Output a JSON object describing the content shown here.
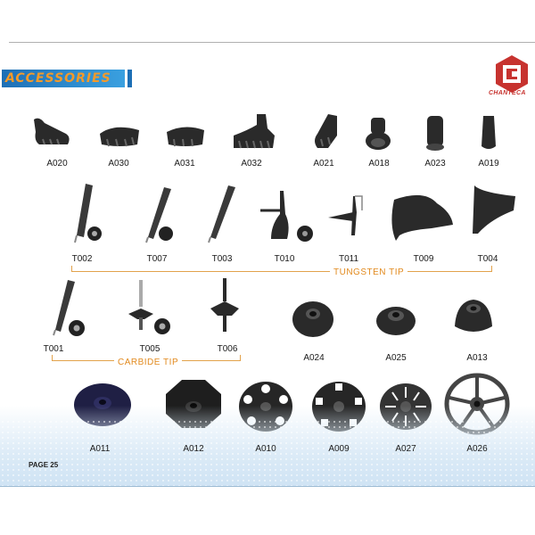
{
  "header": {
    "section_title": "ACCESSORIES",
    "brand": "CHANTECA",
    "colors": {
      "banner": "#1d6fb5",
      "title": "#f39a2a",
      "brand": "#c7332f",
      "accent": "#e28a1e"
    }
  },
  "row1": [
    "A020",
    "A030",
    "A031",
    "A032",
    "A021",
    "A018",
    "A023",
    "A019"
  ],
  "row2": [
    "T002",
    "T007",
    "T003",
    "T010",
    "T011",
    "T009",
    "T004"
  ],
  "row3": [
    "T001",
    "T005",
    "T006",
    "A024",
    "A025",
    "A013"
  ],
  "row4": [
    "A011",
    "A012",
    "A010",
    "A009",
    "A027",
    "A026"
  ],
  "groups": {
    "tungsten": "TUNGSTEN TIP",
    "carbide": "CARBIDE TIP"
  },
  "footer": {
    "page": "PAGE  25"
  }
}
